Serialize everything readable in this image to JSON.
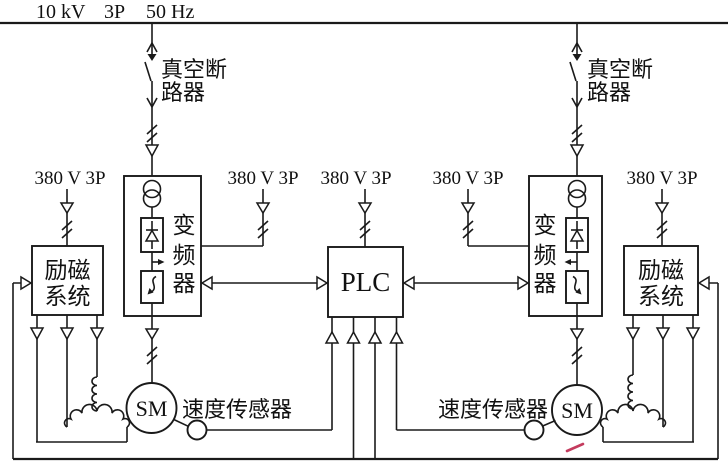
{
  "bus": {
    "voltage": "10 kV",
    "phase": "3P",
    "frequency": "50 Hz"
  },
  "labels": {
    "breaker": [
      "真空断",
      "路器"
    ],
    "lv_feed": "380 V 3P",
    "converter_chars": [
      "变",
      "频",
      "器"
    ],
    "plc": "PLC",
    "excitation": [
      "励磁",
      "系统"
    ],
    "motor": "SM",
    "speed_sensor": "速度传感器"
  },
  "colors": {
    "line": "#1a1a1a",
    "background": "#ffffff",
    "accent_mark": "#c43b5e"
  }
}
